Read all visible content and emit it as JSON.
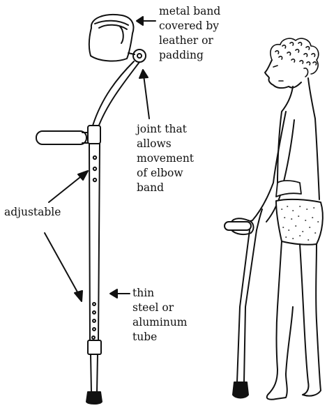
{
  "labels": {
    "metal_band": [
      "metal band",
      "covered by",
      "leather or",
      "padding"
    ],
    "joint": [
      "joint that",
      "allows",
      "movement",
      "of elbow",
      "band"
    ],
    "adjustable": [
      "adjustable"
    ],
    "tube": [
      "thin",
      "steel or",
      "aluminum",
      "tube"
    ]
  },
  "colors": {
    "ink": "#111111",
    "background": "#ffffff"
  }
}
